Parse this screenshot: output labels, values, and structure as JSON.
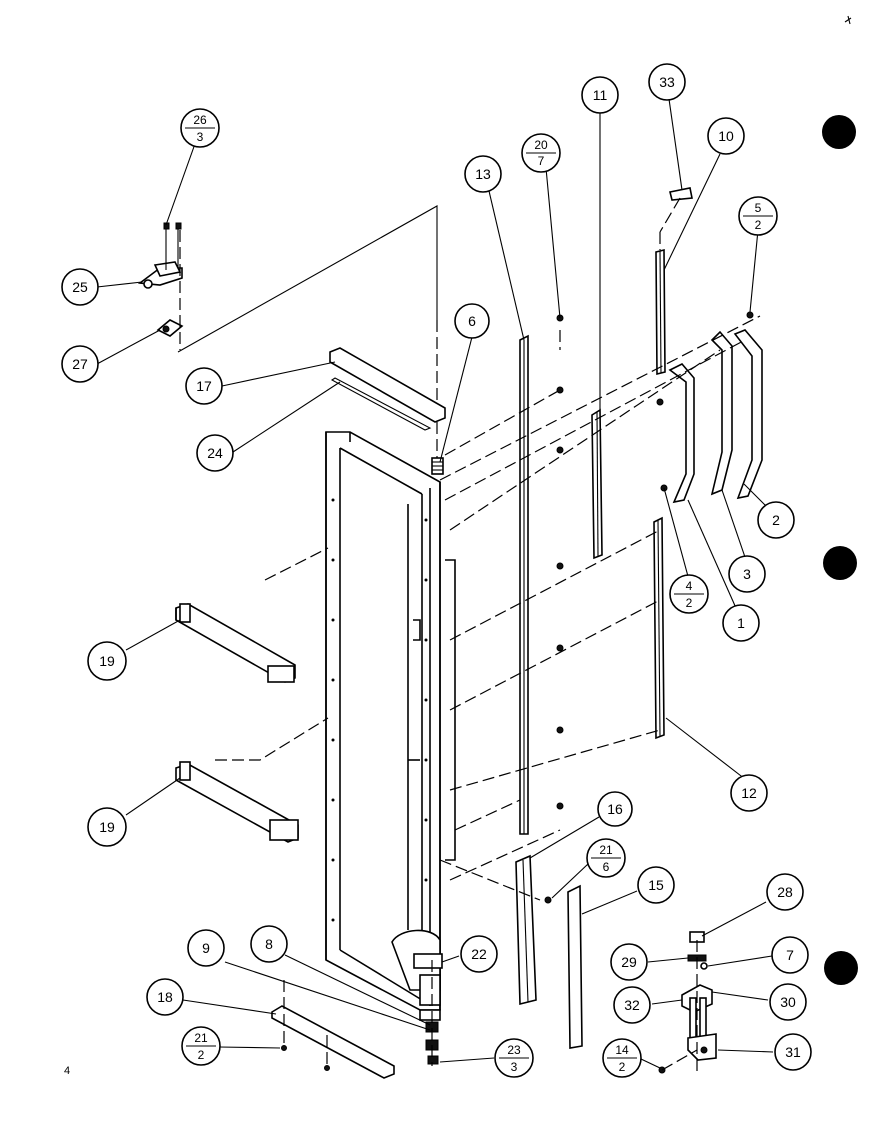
{
  "page_number": "4",
  "callouts": [
    {
      "label": "26",
      "sub": "3"
    },
    {
      "label": "25"
    },
    {
      "label": "27"
    },
    {
      "label": "17"
    },
    {
      "label": "24"
    },
    {
      "label": "6"
    },
    {
      "label": "13"
    },
    {
      "label": "20",
      "sub": "7"
    },
    {
      "label": "11"
    },
    {
      "label": "33"
    },
    {
      "label": "10"
    },
    {
      "label": "5",
      "sub": "2"
    },
    {
      "label": "2"
    },
    {
      "label": "3"
    },
    {
      "label": "1"
    },
    {
      "label": "4",
      "sub": "2"
    },
    {
      "label": "19"
    },
    {
      "label": "19"
    },
    {
      "label": "12"
    },
    {
      "label": "16"
    },
    {
      "label": "21",
      "sub": "6"
    },
    {
      "label": "15"
    },
    {
      "label": "28"
    },
    {
      "label": "29"
    },
    {
      "label": "7"
    },
    {
      "label": "32"
    },
    {
      "label": "30"
    },
    {
      "label": "31"
    },
    {
      "label": "14",
      "sub": "2"
    },
    {
      "label": "9"
    },
    {
      "label": "8"
    },
    {
      "label": "22"
    },
    {
      "label": "18"
    },
    {
      "label": "21",
      "sub": "2"
    },
    {
      "label": "23",
      "sub": "3"
    }
  ]
}
